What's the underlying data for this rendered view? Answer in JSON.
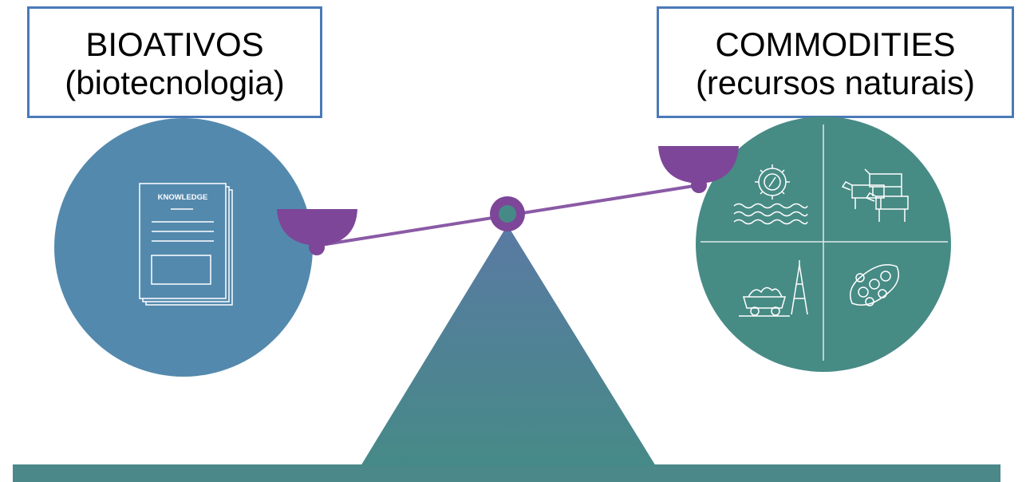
{
  "left_label": {
    "title": "BIOATIVOS",
    "subtitle": "(biotecnologia)"
  },
  "right_label": {
    "title": "COMMODITIES",
    "subtitle": "(recursos naturais)"
  },
  "document": {
    "heading": "KNOWLEDGE"
  },
  "colors": {
    "left_circle": "#5489ae",
    "right_circle": "#478b85",
    "scale_pan": "#7d4698",
    "fulcrum_top": "#5a7aa3",
    "fulcrum_bottom": "#468a87",
    "ground": "#4b888a",
    "label_border": "#4a7ab8"
  },
  "icons": {
    "left": [
      "document-stack-icon"
    ],
    "right": [
      "gear-waves-icon",
      "livestock-icon",
      "mining-cart-icon",
      "soybean-pod-icon"
    ]
  }
}
